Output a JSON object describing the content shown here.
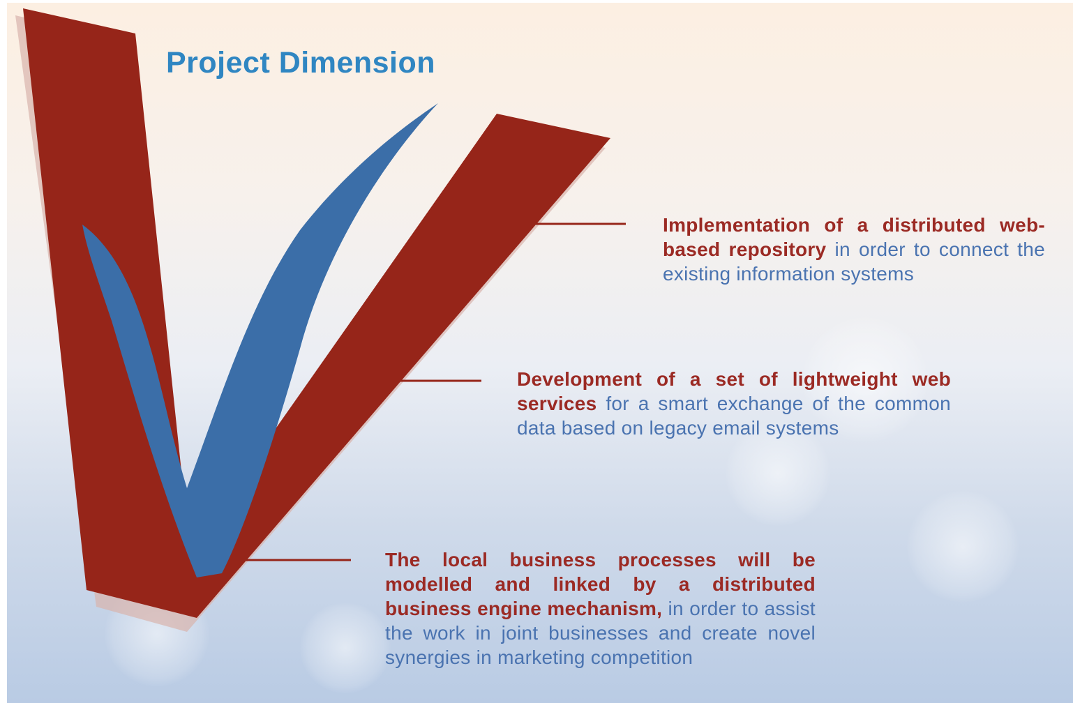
{
  "title": "Project Dimension",
  "colors": {
    "title": "#2f86c2",
    "v_red": "#962519",
    "v_blue": "#3b6ea8",
    "highlight_text": "#9b2a24",
    "body_text": "#4a73b0"
  },
  "items": [
    {
      "highlight": "Implementation of a distributed web-based repository",
      "text": " in order to connect the existing information systems"
    },
    {
      "highlight": "Development of a set of lightweight web services",
      "text": " for a smart exchange of the common data based on legacy email systems"
    },
    {
      "highlight": "The local business processes will be modelled and linked by a distributed business engine mechanism,",
      "text": " in order to assist the work in joint businesses and create novel synergies in marketing competition"
    }
  ]
}
